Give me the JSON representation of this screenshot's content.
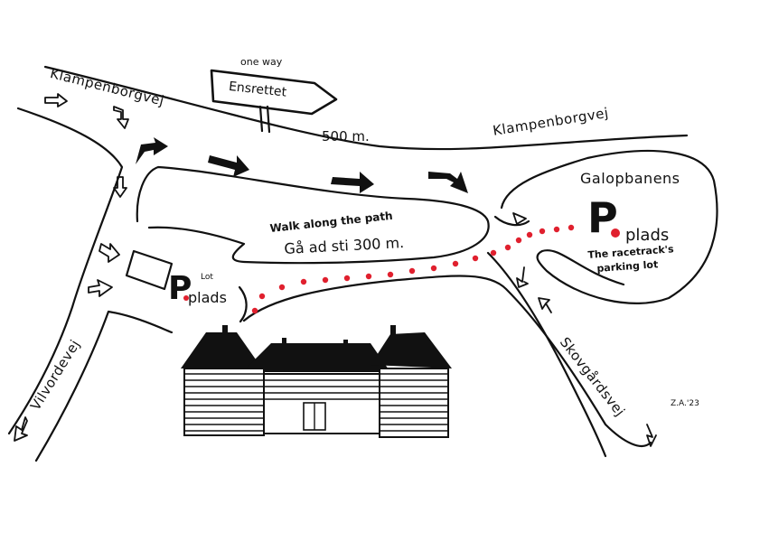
{
  "roads": {
    "klampenborgvej_left": "Klampenborgvej",
    "klampenborgvej_right": "Klampenborgvej",
    "vilvordevej": "Vilvordevej",
    "skovgaardsvej": "Skovgårdsvej"
  },
  "sign": {
    "caption": "one way",
    "text": "Ensrettet",
    "distance": "500 m."
  },
  "path": {
    "english": "Walk along the path",
    "danish": "Gå ad sti 300 m."
  },
  "parking_small": {
    "letter": "P",
    "suffix": "plads",
    "english": "Lot"
  },
  "parking_big": {
    "title": "Galopbanens",
    "letter": "P",
    "suffix": "plads",
    "english_line1": "The racetrack's",
    "english_line2": "parking lot"
  },
  "signature": "Z.A.'23",
  "colors": {
    "ink": "#111111",
    "path_dots": "#e0202e",
    "background": "#ffffff"
  }
}
